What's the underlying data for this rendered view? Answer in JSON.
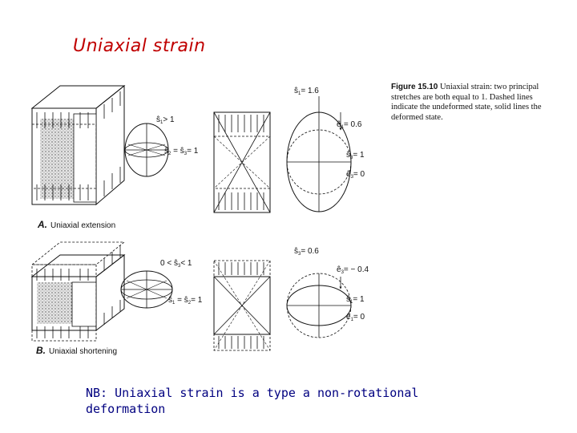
{
  "slide": {
    "title": "Uniaxial strain",
    "note": "NB: Uniaxial strain is a type a non-rotational deformation"
  },
  "figure": {
    "caption_label": "Figure 15.10",
    "caption_text": "Uniaxial strain: two principal stretches are both equal to 1. Dashed lines indicate the undeformed state, solid lines the deformed state.",
    "panel_a": {
      "letter": "A.",
      "label": "Uniaxial extension",
      "ellipsoid_s1": "s",
      "ellipsoid_s1_rel": "> 1",
      "ellipsoid_eq": "= 1",
      "s1_value": "= 1.6",
      "e1_value": "= 0.6",
      "s3_value": "= 1",
      "e3_value": "= 0"
    },
    "panel_b": {
      "letter": "B.",
      "label": "Uniaxial shortening",
      "ellipsoid_range": "0 <",
      "ellipsoid_range_rel": "< 1",
      "ellipsoid_eq": "= 1",
      "s3_value": "= 0.6",
      "e3_value": "= − 0.4",
      "s1_value": "= 1",
      "e1_value": "= 0"
    }
  },
  "colors": {
    "title": "#c00000",
    "note": "#000080",
    "lines": "#111111"
  }
}
